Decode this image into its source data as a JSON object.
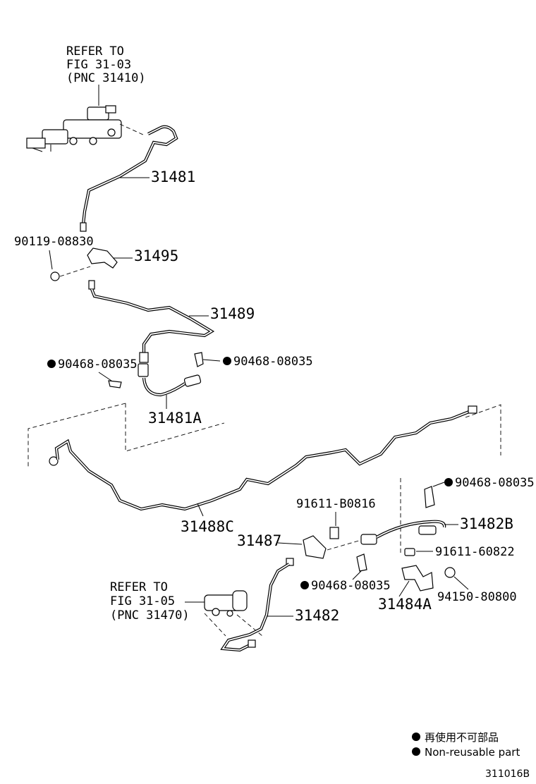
{
  "references": {
    "top": {
      "line1": "REFER TO",
      "line2": "FIG 31-03",
      "line3": "(PNC 31410)"
    },
    "bottom": {
      "line1": "REFER TO",
      "line2": "FIG 31-05",
      "line3": "(PNC 31470)"
    }
  },
  "parts": {
    "p31481": "31481",
    "p90119": "90119-08830",
    "p31495": "31495",
    "p31489": "31489",
    "clipA": "90468-08035",
    "clipB": "90468-08035",
    "p31481A": "31481A",
    "p31488C": "31488C",
    "clipC": "90468-08035",
    "p91611B": "91611-B0816",
    "p31482B": "31482B",
    "p31487": "31487",
    "p91611": "91611-60822",
    "clipD": "90468-08035",
    "p31484A": "31484A",
    "p94150": "94150-80800",
    "p31482": "31482"
  },
  "legend": {
    "jp": "再使用不可部品",
    "en": "Non-reusable part"
  },
  "figure_id": "311016B"
}
